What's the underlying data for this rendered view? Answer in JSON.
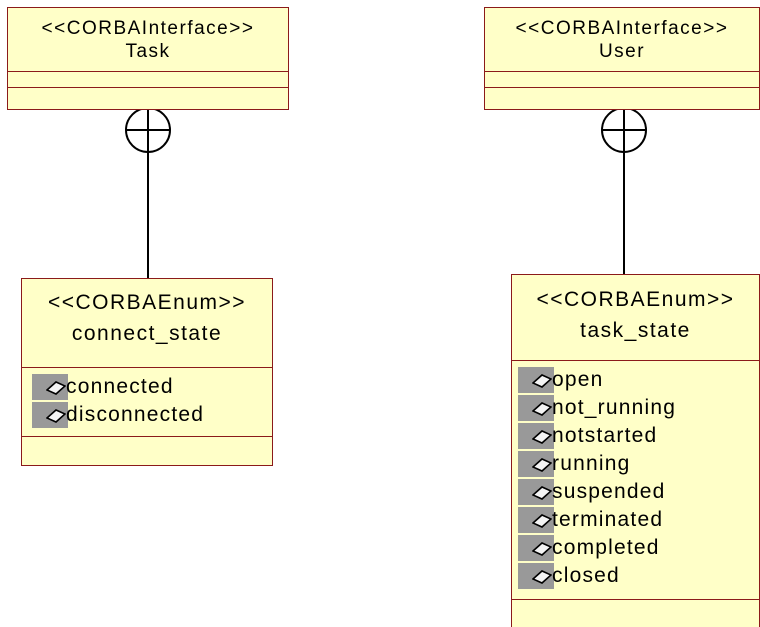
{
  "diagram": {
    "boxes": {
      "task": {
        "stereotype": "<<CORBAInterface>>",
        "name": "Task"
      },
      "user": {
        "stereotype": "<<CORBAInterface>>",
        "name": "User"
      },
      "connect_state": {
        "stereotype": "<<CORBAEnum>>",
        "name": "connect_state",
        "literals": [
          "connected",
          "disconnected"
        ]
      },
      "task_state": {
        "stereotype": "<<CORBAEnum>>",
        "name": "task_state",
        "literals": [
          "open",
          "not_running",
          "notstarted",
          "running",
          "suspended",
          "terminated",
          "completed",
          "closed"
        ]
      }
    },
    "relations": [
      {
        "from": "task",
        "to": "connect_state",
        "kind": "nesting"
      },
      {
        "from": "user",
        "to": "task_state",
        "kind": "nesting"
      }
    ],
    "colors": {
      "box_fill": "#ffffc8",
      "box_border": "#8b1a1a",
      "literal_marker": "#999999",
      "line": "#000000"
    },
    "icons": {
      "literal": "diamond-icon",
      "nesting": "circle-plus-icon"
    }
  }
}
